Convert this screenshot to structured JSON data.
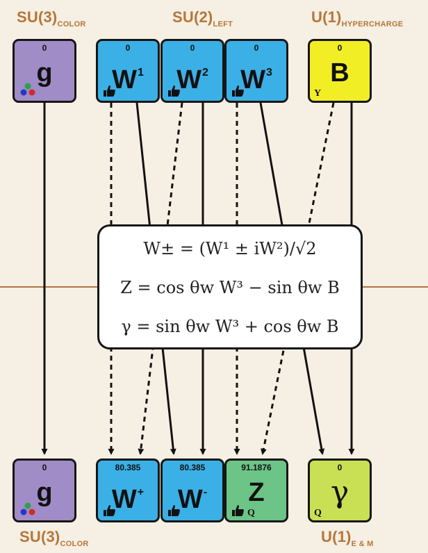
{
  "top_groups": [
    {
      "name": "SU(3)",
      "sub": "COLOR"
    },
    {
      "name": "SU(2)",
      "sub": "LEFT"
    },
    {
      "name": "U(1)",
      "sub": "HYPERCHARGE"
    }
  ],
  "bottom_groups": [
    {
      "name": "SU(3)",
      "sub": "COLOR"
    },
    {
      "name": "U(1)",
      "sub": "E & M"
    }
  ],
  "top_particles": [
    {
      "symbol": "g",
      "superscript": "",
      "mass": "0",
      "badge": "color-charge-dots-icon"
    },
    {
      "symbol": "W",
      "superscript": "1",
      "mass": "0",
      "badge": "left-hand-icon"
    },
    {
      "symbol": "W",
      "superscript": "2",
      "mass": "0",
      "badge": "left-hand-icon"
    },
    {
      "symbol": "W",
      "superscript": "3",
      "mass": "0",
      "badge": "left-hand-icon"
    },
    {
      "symbol": "B",
      "superscript": "",
      "mass": "0",
      "badge": "Y"
    }
  ],
  "bottom_particles": [
    {
      "symbol": "g",
      "superscript": "",
      "mass": "0",
      "badge": "color-charge-dots-icon"
    },
    {
      "symbol": "W",
      "superscript": "+",
      "mass": "80.385",
      "badge": "left-hand-icon"
    },
    {
      "symbol": "W",
      "superscript": "-",
      "mass": "80.385",
      "badge": "left-hand-icon"
    },
    {
      "symbol": "Z",
      "superscript": "",
      "mass": "91.1876",
      "badge": "left-hand-icon",
      "badge_text": "Q"
    },
    {
      "symbol": "γ",
      "superscript": "",
      "mass": "0",
      "badge": "Q"
    }
  ],
  "formulas": {
    "line1": "W± = (W¹ ± iW²)/√2",
    "line2": "Z = cos θw W³ − sin θw B",
    "line3": "γ = sin θw W³ + cos θw B"
  },
  "colors": {
    "gluon": "#a08cc6",
    "w_boson": "#3bb0e6",
    "b_boson": "#f2ee25",
    "z_boson": "#6cc486",
    "photon": "#c9e055",
    "label": "#b5763a"
  }
}
